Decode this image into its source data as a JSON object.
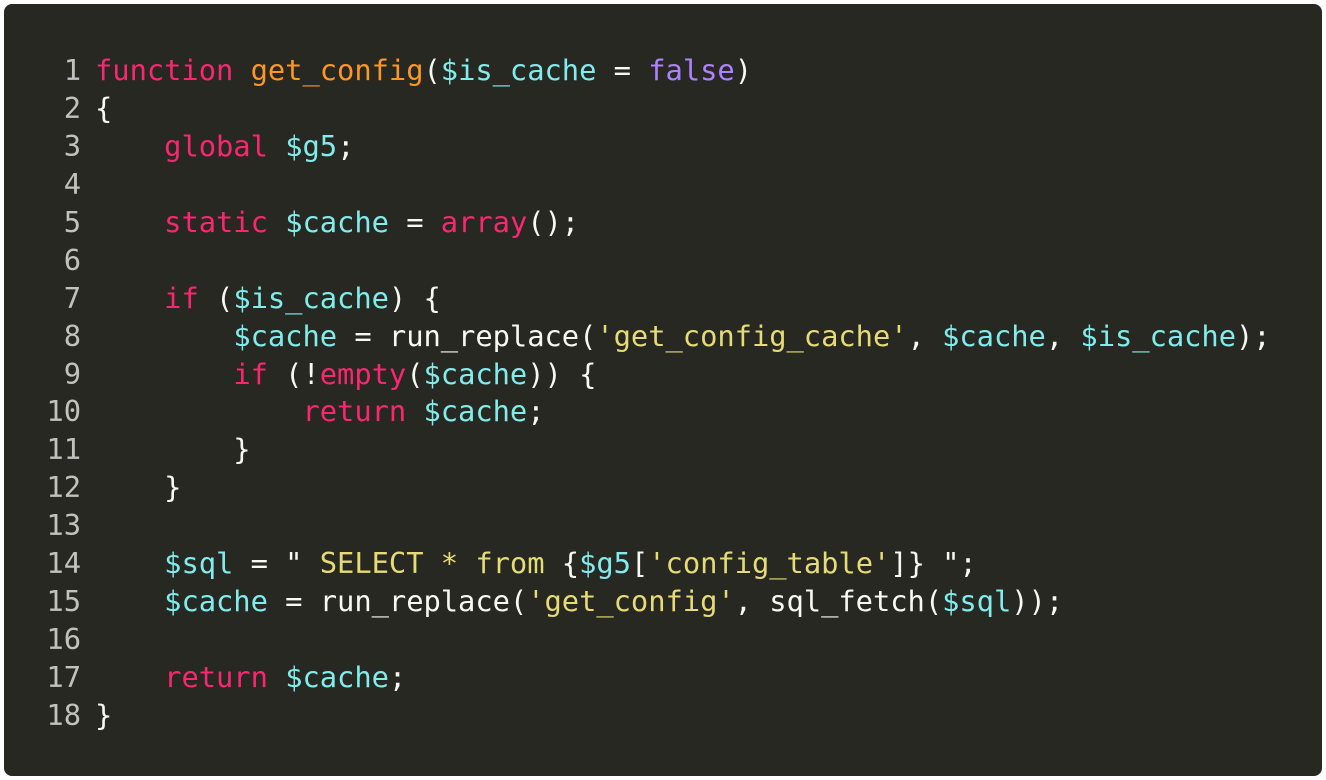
{
  "colors": {
    "background": "#272822",
    "keyword": "#f92672",
    "function": "#fd971f",
    "variable": "#80ecec",
    "string": "#e6db74",
    "boolean": "#ae81ff",
    "plain": "#f8f8f2"
  },
  "code": {
    "lines": [
      {
        "n": "1",
        "tokens": [
          {
            "t": "function",
            "c": "kw"
          },
          {
            "t": " ",
            "c": "pl"
          },
          {
            "t": "get_config",
            "c": "fn"
          },
          {
            "t": "(",
            "c": "pl"
          },
          {
            "t": "$is_cache",
            "c": "var"
          },
          {
            "t": " = ",
            "c": "pl"
          },
          {
            "t": "false",
            "c": "bool"
          },
          {
            "t": ")",
            "c": "pl"
          }
        ]
      },
      {
        "n": "2",
        "tokens": [
          {
            "t": "{",
            "c": "pl"
          }
        ]
      },
      {
        "n": "3",
        "tokens": [
          {
            "t": "    ",
            "c": "pl"
          },
          {
            "t": "global",
            "c": "kw"
          },
          {
            "t": " ",
            "c": "pl"
          },
          {
            "t": "$g5",
            "c": "var"
          },
          {
            "t": ";",
            "c": "pl"
          }
        ]
      },
      {
        "n": "4",
        "tokens": []
      },
      {
        "n": "5",
        "tokens": [
          {
            "t": "    ",
            "c": "pl"
          },
          {
            "t": "static",
            "c": "kw"
          },
          {
            "t": " ",
            "c": "pl"
          },
          {
            "t": "$cache",
            "c": "var"
          },
          {
            "t": " = ",
            "c": "pl"
          },
          {
            "t": "array",
            "c": "kw"
          },
          {
            "t": "();",
            "c": "pl"
          }
        ]
      },
      {
        "n": "6",
        "tokens": []
      },
      {
        "n": "7",
        "tokens": [
          {
            "t": "    ",
            "c": "pl"
          },
          {
            "t": "if",
            "c": "kw"
          },
          {
            "t": " (",
            "c": "pl"
          },
          {
            "t": "$is_cache",
            "c": "var"
          },
          {
            "t": ") {",
            "c": "pl"
          }
        ]
      },
      {
        "n": "8",
        "tokens": [
          {
            "t": "        ",
            "c": "pl"
          },
          {
            "t": "$cache",
            "c": "var"
          },
          {
            "t": " = run_replace(",
            "c": "pl"
          },
          {
            "t": "'get_config_cache'",
            "c": "str"
          },
          {
            "t": ", ",
            "c": "pl"
          },
          {
            "t": "$cache",
            "c": "var"
          },
          {
            "t": ", ",
            "c": "pl"
          },
          {
            "t": "$is_cache",
            "c": "var"
          },
          {
            "t": ");",
            "c": "pl"
          }
        ]
      },
      {
        "n": "9",
        "tokens": [
          {
            "t": "        ",
            "c": "pl"
          },
          {
            "t": "if",
            "c": "kw"
          },
          {
            "t": " (!",
            "c": "pl"
          },
          {
            "t": "empty",
            "c": "kw"
          },
          {
            "t": "(",
            "c": "pl"
          },
          {
            "t": "$cache",
            "c": "var"
          },
          {
            "t": ")) {",
            "c": "pl"
          }
        ]
      },
      {
        "n": "10",
        "tokens": [
          {
            "t": "            ",
            "c": "pl"
          },
          {
            "t": "return",
            "c": "kw"
          },
          {
            "t": " ",
            "c": "pl"
          },
          {
            "t": "$cache",
            "c": "var"
          },
          {
            "t": ";",
            "c": "pl"
          }
        ]
      },
      {
        "n": "11",
        "tokens": [
          {
            "t": "        }",
            "c": "pl"
          }
        ]
      },
      {
        "n": "12",
        "tokens": [
          {
            "t": "    }",
            "c": "pl"
          }
        ]
      },
      {
        "n": "13",
        "tokens": []
      },
      {
        "n": "14",
        "tokens": [
          {
            "t": "    ",
            "c": "pl"
          },
          {
            "t": "$sql",
            "c": "var"
          },
          {
            "t": " = \"",
            "c": "pl"
          },
          {
            "t": " SELECT * from ",
            "c": "str"
          },
          {
            "t": "{",
            "c": "pl"
          },
          {
            "t": "$g5",
            "c": "var"
          },
          {
            "t": "[",
            "c": "pl"
          },
          {
            "t": "'config_table'",
            "c": "str"
          },
          {
            "t": "]} \";",
            "c": "pl"
          }
        ]
      },
      {
        "n": "15",
        "tokens": [
          {
            "t": "    ",
            "c": "pl"
          },
          {
            "t": "$cache",
            "c": "var"
          },
          {
            "t": " = run_replace(",
            "c": "pl"
          },
          {
            "t": "'get_config'",
            "c": "str"
          },
          {
            "t": ", sql_fetch(",
            "c": "pl"
          },
          {
            "t": "$sql",
            "c": "var"
          },
          {
            "t": "));",
            "c": "pl"
          }
        ]
      },
      {
        "n": "16",
        "tokens": []
      },
      {
        "n": "17",
        "tokens": [
          {
            "t": "    ",
            "c": "pl"
          },
          {
            "t": "return",
            "c": "kw"
          },
          {
            "t": " ",
            "c": "pl"
          },
          {
            "t": "$cache",
            "c": "var"
          },
          {
            "t": ";",
            "c": "pl"
          }
        ]
      },
      {
        "n": "18",
        "tokens": [
          {
            "t": "}",
            "c": "pl"
          }
        ]
      }
    ]
  }
}
